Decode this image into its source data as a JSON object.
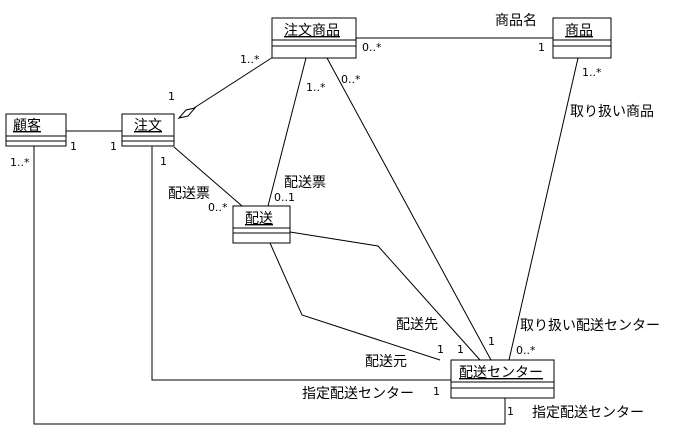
{
  "classes": {
    "customer": "顧客",
    "order": "注文",
    "order_item": "注文商品",
    "product": "商品",
    "delivery": "配送",
    "delivery_center": "配送センター"
  },
  "associations": {
    "customer_order": {
      "customer_end": "1",
      "order_end": "1"
    },
    "order_orderitem": {
      "order_end": "1",
      "orderitem_end": "1..*"
    },
    "orderitem_product": {
      "role": "商品名",
      "orderitem_end": "0..*",
      "product_end": "1"
    },
    "order_delivery": {
      "role": "配送票",
      "order_end": "1",
      "delivery_end": "0..*"
    },
    "orderitem_delivery": {
      "role": "配送票",
      "orderitem_end": "1..*",
      "delivery_end": "0..1"
    },
    "orderitem_center": {
      "orderitem_end": "0..*",
      "center_end": "1"
    },
    "product_center": {
      "role_product": "取り扱い商品",
      "role_center": "取り扱い配送センター",
      "product_end": "1..*",
      "center_end": "0..*"
    },
    "delivery_center_to": {
      "role": "配送先",
      "center_end": "1"
    },
    "delivery_center_from": {
      "role": "配送元",
      "center_end": "1"
    },
    "order_center": {
      "role": "指定配送センター",
      "center_end": "1"
    },
    "customer_center": {
      "role": "指定配送センター",
      "customer_end": "1..*",
      "center_end": "1"
    }
  }
}
